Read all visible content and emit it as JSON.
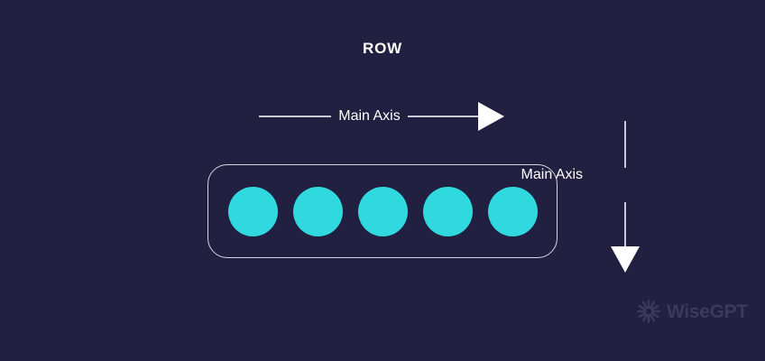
{
  "diagram": {
    "title": "ROW",
    "background_color": "#222040",
    "accent_color": "#2fd9de",
    "line_color": "#c9c9d8",
    "text_color": "#ffffff",
    "horizontal_axis": {
      "label": "Main Axis",
      "direction": "right"
    },
    "vertical_axis": {
      "label": "Main Axis",
      "direction": "down"
    },
    "container": {
      "name": "flex-container",
      "direction": "row",
      "border_color": "#d6d6e4",
      "items": [
        {
          "label": ""
        },
        {
          "label": ""
        },
        {
          "label": ""
        },
        {
          "label": ""
        },
        {
          "label": ""
        }
      ]
    }
  },
  "watermark": {
    "text": "WiseGPT",
    "color": "#3b3a5c",
    "icon": "wisegpt-burst-icon"
  }
}
